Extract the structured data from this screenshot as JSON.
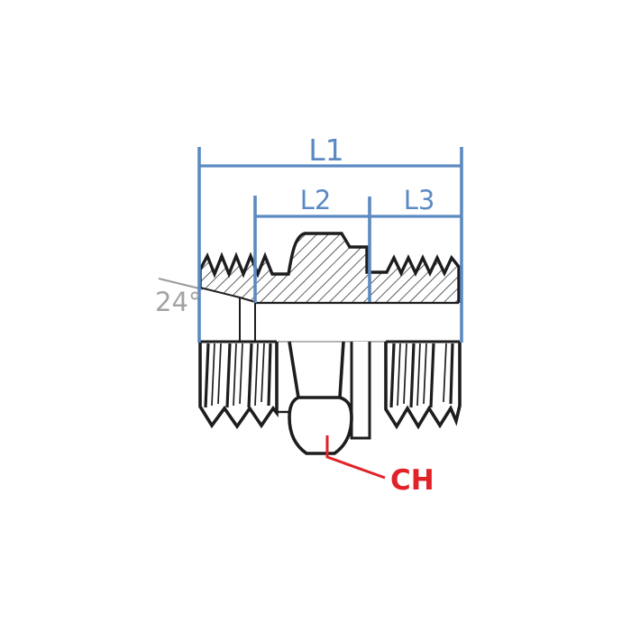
{
  "figure": {
    "type": "technical-drawing",
    "dimension_labels": {
      "l1": "L1",
      "l2": "L2",
      "l3": "L3"
    },
    "annotations": {
      "cone_angle": "24°",
      "hex_size": "CH"
    },
    "colors": {
      "dimension": "#5b8ac2",
      "outline": "#1d1d1f",
      "annotation_gray": "#9b9b9b",
      "annotation_gray_text": "#a2a2a2",
      "highlight_red": "#e12228",
      "background": "#ffffff"
    }
  }
}
